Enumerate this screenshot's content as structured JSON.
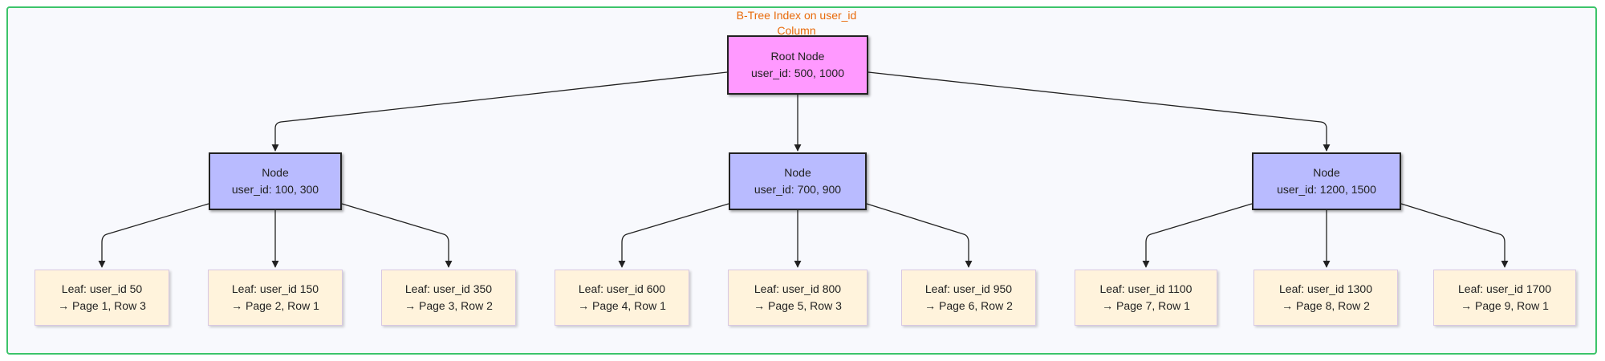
{
  "diagram": {
    "title": "B-Tree Index on user_id Column",
    "root": {
      "line1": "Root Node",
      "line2": "user_id: 500, 1000"
    },
    "nodes": [
      {
        "line1": "Node",
        "line2": "user_id: 100, 300"
      },
      {
        "line1": "Node",
        "line2": "user_id: 700, 900"
      },
      {
        "line1": "Node",
        "line2": "user_id: 1200, 1500"
      }
    ],
    "leaves": [
      {
        "line1": "Leaf: user_id 50",
        "line2": "→ Page 1, Row 3"
      },
      {
        "line1": "Leaf: user_id 150",
        "line2": "→ Page 2, Row 1"
      },
      {
        "line1": "Leaf: user_id 350",
        "line2": "→ Page 3, Row 2"
      },
      {
        "line1": "Leaf: user_id 600",
        "line2": "→ Page 4, Row 1"
      },
      {
        "line1": "Leaf: user_id 800",
        "line2": "→ Page 5, Row 3"
      },
      {
        "line1": "Leaf: user_id 950",
        "line2": "→ Page 6, Row 2"
      },
      {
        "line1": "Leaf: user_id 1100",
        "line2": "→ Page 7, Row 1"
      },
      {
        "line1": "Leaf: user_id 1300",
        "line2": "→ Page 8, Row 2"
      },
      {
        "line1": "Leaf: user_id 1700",
        "line2": "→ Page 9, Row 1"
      }
    ],
    "colors": {
      "frame": "#3cc46a",
      "title": "#e86a0a",
      "root_fill": "#ff99ff",
      "node_fill": "#b9bbff",
      "leaf_fill": "#fff3dc"
    }
  }
}
